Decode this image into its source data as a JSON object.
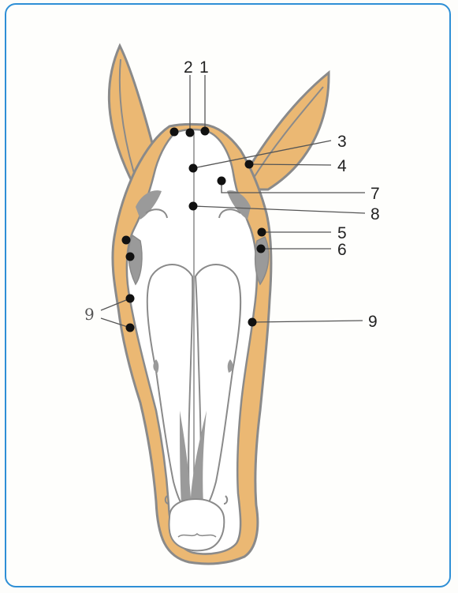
{
  "colors": {
    "frame": "#2e8fd6",
    "skin": "#ebb873",
    "outline": "#8a8a8a",
    "bone": "#ffffff",
    "shadow": "#9a9a9a",
    "point": "#111111"
  },
  "labels": {
    "l1": "1",
    "l2": "2",
    "l3": "3",
    "l4": "4",
    "l5": "5",
    "l6": "6",
    "l7": "7",
    "l8": "8",
    "l9_right": "9",
    "l9_left": "9"
  }
}
